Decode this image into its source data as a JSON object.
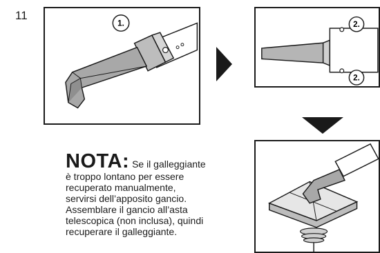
{
  "step": {
    "number": "11"
  },
  "panels": {
    "attach_hook": {
      "callout": "1."
    },
    "pole_end": {
      "callout_top": "2.",
      "callout_bottom": "2."
    },
    "retrieve_float": {}
  },
  "note": {
    "title": "NOTA:",
    "line1": "Se il galleggiante",
    "line2": "è troppo lontano per essere",
    "line3": "recuperato manualmente,",
    "line4": "servirsi dell’apposito gancio.",
    "line5": "Assemblare il gancio all’asta",
    "line6": "telescopica (non inclusa), quindi",
    "line7": "recuperare il galleggiante."
  },
  "icons": [
    "arrow-right-icon",
    "arrow-down-icon"
  ]
}
